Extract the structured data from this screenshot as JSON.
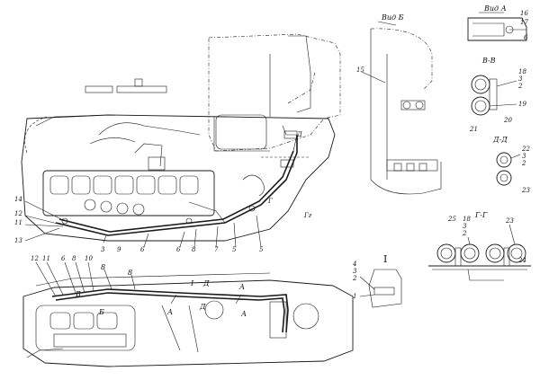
{
  "view_titles": {
    "view_a": "Вид А",
    "view_b": "Вид Б",
    "section_vv": "В-В",
    "section_dd": "Д-Д",
    "section_gg": "Г-Г"
  },
  "main_view": {
    "labels_top": [
      "14",
      "12",
      "11",
      "13",
      "3",
      "6",
      "9",
      "6",
      "8",
      "7",
      "5",
      "5"
    ],
    "letter_labels": [
      "Д",
      "Г",
      "Гг"
    ]
  },
  "plan_view": {
    "labels_top": [
      "12",
      "11",
      "6",
      "8",
      "10",
      "8",
      "8"
    ],
    "letter_labels": [
      "В",
      "Б",
      "I",
      "Д",
      "Д",
      "А",
      "А",
      "А"
    ]
  },
  "view_a_labels": [
    "16",
    "17",
    "6"
  ],
  "view_b_labels": [
    "15"
  ],
  "section_vv_labels": [
    "18",
    "3",
    "2",
    "19",
    "20",
    "21"
  ],
  "section_dd_labels": [
    "22",
    "3",
    "2",
    "23"
  ],
  "section_gg_labels": [
    "25",
    "18",
    "3",
    "2",
    "23",
    "24"
  ],
  "detail_i": {
    "roman": "I",
    "labels": [
      "4",
      "3",
      "2",
      "1"
    ]
  }
}
